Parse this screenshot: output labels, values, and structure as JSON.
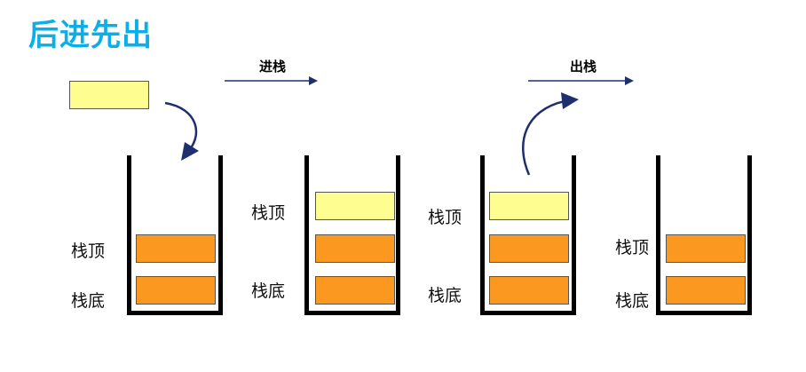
{
  "title": "后进先出",
  "operations": {
    "push": "进栈",
    "pop": "出栈"
  },
  "labels": {
    "top": "栈顶",
    "bottom": "栈底"
  },
  "colors": {
    "title": "#0aaee8",
    "orange_box": "#fb9820",
    "yellow_box": "#fdfd90",
    "arrow": "#1f2f6e"
  }
}
